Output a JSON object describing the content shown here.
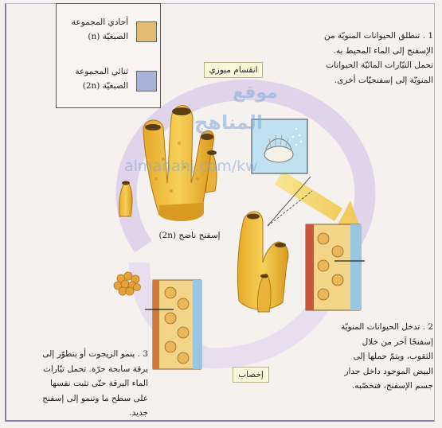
{
  "legend": {
    "items": [
      {
        "label": "أحادي المجموعة الصبغيّة (n)",
        "color": "#e2bb74"
      },
      {
        "label": "ثنائي المجموعة الصبغيّة (2n)",
        "color": "#a9b3d9"
      }
    ]
  },
  "stages": {
    "meiosis": "انقسام ميوزي",
    "fertilization": "إخصاب",
    "adult_sponge": "إسفنج ناضج (2n)"
  },
  "steps": [
    {
      "number": "1 .",
      "text": "تنطلق الحيوانات المنويّة من الإسفنج إلى الماء المحيط به. تحمل التيّارات المائيّة الحيوانات المنويّة إلى إسفنجيّات أخرى."
    },
    {
      "number": "2 .",
      "text": "تدخل الحيوانات المنويّة إسفنجًا آخر من خلال الثقوب، ويتمّ حملها إلى البيض الموجود داخل جدار جسم الإسفنج، فتخصّبه."
    },
    {
      "number": "3 .",
      "text": "ينمو الزيجوت أو يتطوّر إلى يرقة سابحة حرّة. تحمل تيّارات الماء اليرقة حتّى تثبت نفسها على سطح ما وتنمو إلى إسفنج جديد."
    }
  ],
  "watermark": {
    "line1": "موقع",
    "line2": "المناهج",
    "line3": "almanahj.com/kw"
  },
  "colors": {
    "haploid": "#e2bb74",
    "diploid": "#a9b3d9",
    "sponge": "#f0c23a",
    "cycle": "#d9cbe8"
  }
}
